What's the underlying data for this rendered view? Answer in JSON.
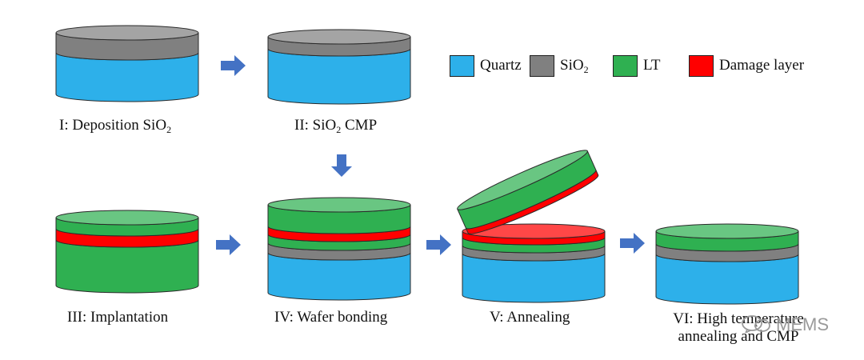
{
  "colors": {
    "quartz": "#2db0ea",
    "sio2": "#808080",
    "lt": "#2fb051",
    "damage": "#ff0000",
    "arrow": "#4472c4"
  },
  "legend": [
    {
      "key": "quartz",
      "label": "Quartz",
      "sub": ""
    },
    {
      "key": "sio2",
      "label": "SiO",
      "sub": "2"
    },
    {
      "key": "lt",
      "label": "LT",
      "sub": ""
    },
    {
      "key": "damage",
      "label": "Damage layer",
      "sub": ""
    }
  ],
  "steps": [
    {
      "id": "I",
      "caption": "I: Deposition SiO",
      "caption_sub": "2",
      "caption_after": "",
      "layers_top_to_bottom": [
        "sio2",
        "quartz"
      ]
    },
    {
      "id": "II",
      "caption": "II: SiO",
      "caption_sub": "2",
      "caption_after": " CMP",
      "layers_top_to_bottom": [
        "sio2",
        "quartz"
      ]
    },
    {
      "id": "III",
      "caption": "III:  Implantation",
      "caption_sub": "",
      "caption_after": "",
      "layers_top_to_bottom": [
        "lt",
        "damage",
        "lt"
      ]
    },
    {
      "id": "IV",
      "caption": "IV: Wafer bonding",
      "caption_sub": "",
      "caption_after": "",
      "layers_top_to_bottom": [
        "lt",
        "damage",
        "lt",
        "sio2",
        "quartz"
      ]
    },
    {
      "id": "V",
      "caption": "V: Annealing",
      "caption_sub": "",
      "caption_after": "",
      "layers_top_to_bottom": [
        "damage",
        "lt",
        "sio2",
        "quartz"
      ],
      "lifted_layers": [
        "lt",
        "damage"
      ]
    },
    {
      "id": "VI",
      "caption_lines": [
        "VI: High temperature",
        "annealing and CMP"
      ],
      "layers_top_to_bottom": [
        "lt",
        "sio2",
        "quartz"
      ]
    }
  ],
  "watermark": {
    "text": "MEMS",
    "icon": "wechat-bubbles-icon"
  }
}
